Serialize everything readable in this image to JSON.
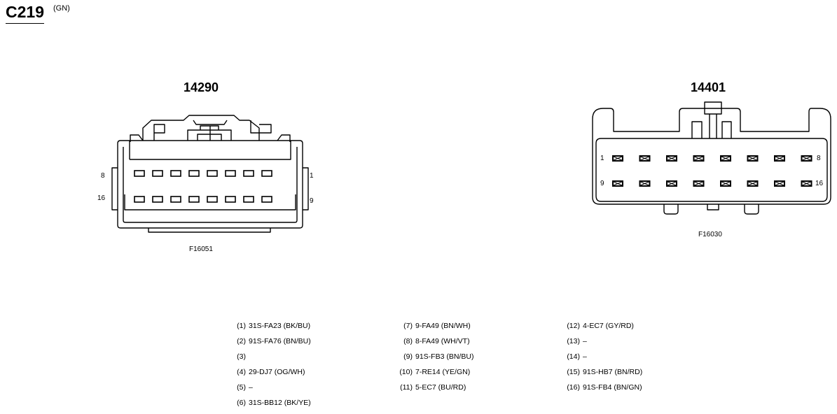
{
  "connector": {
    "id": "C219",
    "color_code": "(GN)"
  },
  "views": [
    {
      "part_number": "14290",
      "figure_id": "F16051",
      "pin_labels": {
        "top_left": "8",
        "bottom_left": "16",
        "top_right": "1",
        "bottom_right": "9"
      }
    },
    {
      "part_number": "14401",
      "figure_id": "F16030",
      "pin_labels": {
        "top_left": "1",
        "bottom_left": "9",
        "top_right": "8",
        "bottom_right": "16"
      }
    }
  ],
  "pins": [
    {
      "num": "(1)",
      "circuit": "31S-FA23 (BK/BU)"
    },
    {
      "num": "(2)",
      "circuit": "91S-FA76 (BN/BU)"
    },
    {
      "num": "(3)",
      "circuit": ""
    },
    {
      "num": "(4)",
      "circuit": "29-DJ7 (OG/WH)"
    },
    {
      "num": "(5)",
      "circuit": "–"
    },
    {
      "num": "(6)",
      "circuit": "31S-BB12 (BK/YE)"
    },
    {
      "num": "(7)",
      "circuit": "9-FA49  (BN/WH)"
    },
    {
      "num": "(8)",
      "circuit": "8-FA49 (WH/VT)"
    },
    {
      "num": "(9)",
      "circuit": "91S-FB3 (BN/BU)"
    },
    {
      "num": "(10)",
      "circuit": "7-RE14 (YE/GN)"
    },
    {
      "num": "(11)",
      "circuit": "5-EC7 (BU/RD)"
    },
    {
      "num": "(12)",
      "circuit": "4-EC7 (GY/RD)"
    },
    {
      "num": "(13)",
      "circuit": "–"
    },
    {
      "num": "(14)",
      "circuit": "–"
    },
    {
      "num": "(15)",
      "circuit": "91S-HB7 (BN/RD)"
    },
    {
      "num": "(16)",
      "circuit": "91S-FB4 (BN/GN)"
    }
  ]
}
